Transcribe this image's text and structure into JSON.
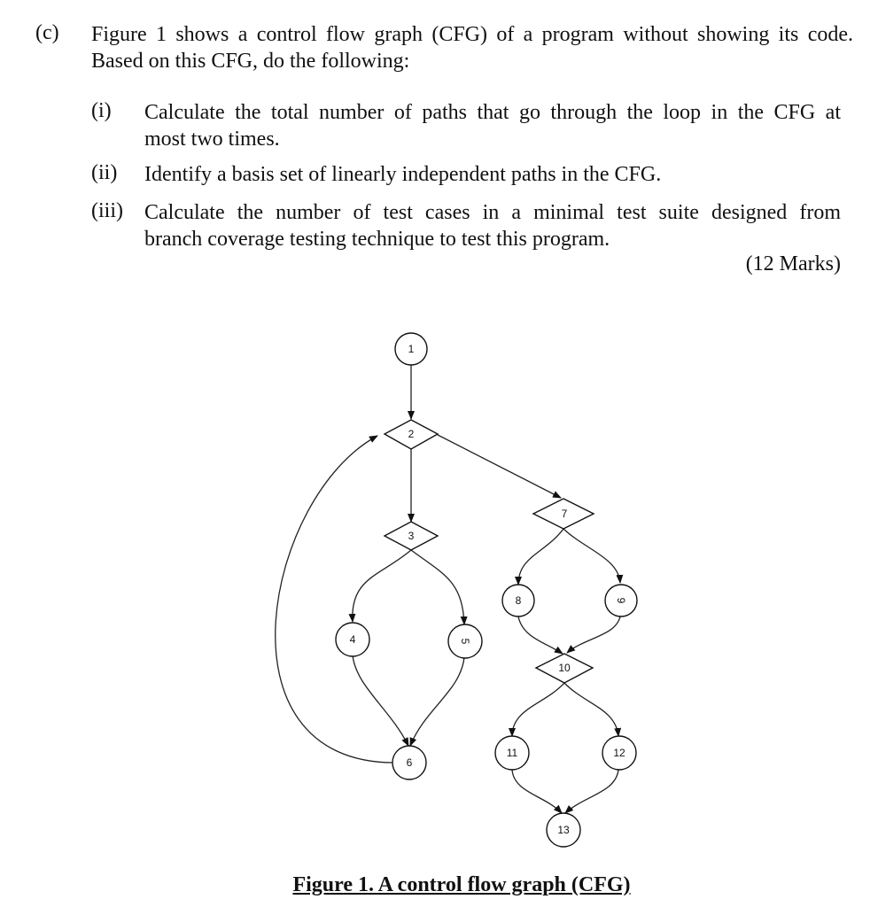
{
  "question": {
    "label": "(c)",
    "intro_line1": "Figure 1 shows a control flow graph (CFG) of a program without showing its code.",
    "intro_line2": "Based on this CFG, do the following:",
    "parts": [
      {
        "label": "(i)",
        "line1": "Calculate the total number of paths that go through the loop in the CFG at",
        "line2": "most two times."
      },
      {
        "label": "(ii)",
        "line1": "Identify a basis set of linearly independent paths in the CFG.",
        "line2": ""
      },
      {
        "label": "(iii)",
        "line1": "Calculate the number of test cases in a minimal test suite designed from",
        "line2": "branch coverage testing technique to test this program."
      }
    ],
    "marks": "(12 Marks)"
  },
  "figure": {
    "caption": "Figure 1. A control flow graph (CFG)",
    "nodes": [
      {
        "id": "1",
        "shape": "circle"
      },
      {
        "id": "2",
        "shape": "diamond"
      },
      {
        "id": "3",
        "shape": "diamond"
      },
      {
        "id": "4",
        "shape": "circle"
      },
      {
        "id": "5",
        "shape": "circle"
      },
      {
        "id": "6",
        "shape": "circle"
      },
      {
        "id": "7",
        "shape": "diamond"
      },
      {
        "id": "8",
        "shape": "circle"
      },
      {
        "id": "9",
        "shape": "circle"
      },
      {
        "id": "10",
        "shape": "diamond"
      },
      {
        "id": "11",
        "shape": "circle"
      },
      {
        "id": "12",
        "shape": "circle"
      },
      {
        "id": "13",
        "shape": "circle"
      }
    ],
    "edges": [
      [
        "1",
        "2"
      ],
      [
        "2",
        "3"
      ],
      [
        "2",
        "7"
      ],
      [
        "3",
        "4"
      ],
      [
        "3",
        "5"
      ],
      [
        "4",
        "6"
      ],
      [
        "5",
        "6"
      ],
      [
        "6",
        "2"
      ],
      [
        "7",
        "8"
      ],
      [
        "7",
        "9"
      ],
      [
        "8",
        "10"
      ],
      [
        "9",
        "10"
      ],
      [
        "10",
        "11"
      ],
      [
        "10",
        "12"
      ],
      [
        "11",
        "13"
      ],
      [
        "12",
        "13"
      ]
    ]
  }
}
